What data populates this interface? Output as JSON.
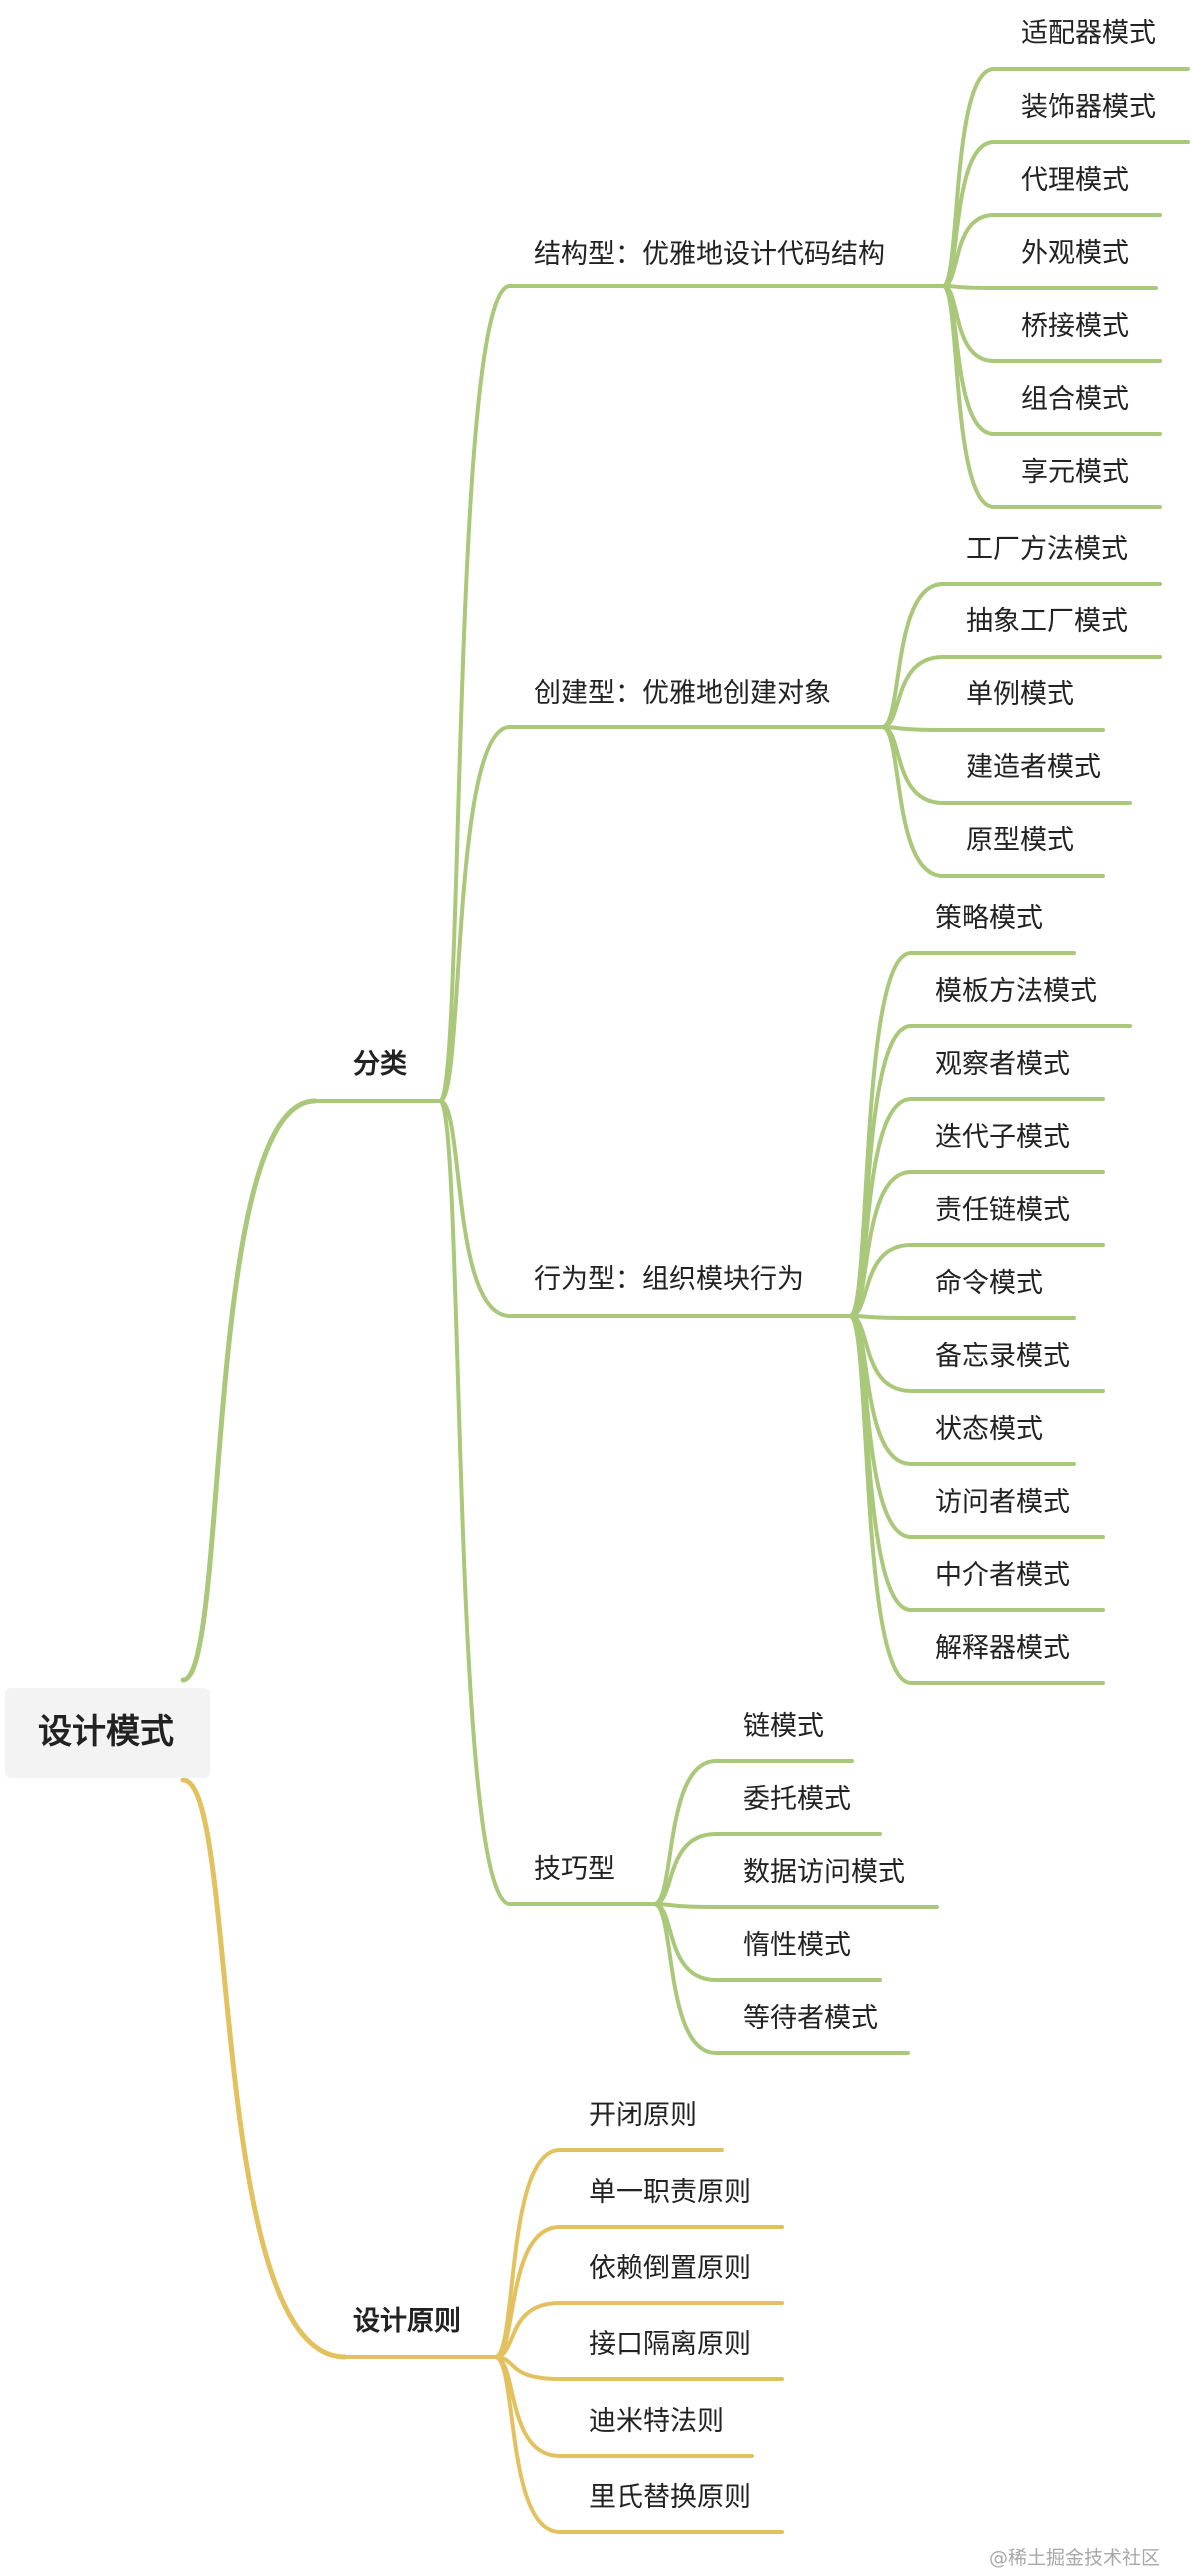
{
  "root": {
    "label": "设计模式"
  },
  "colors": {
    "green": "#a9c87a",
    "gold": "#e3c15f",
    "root_bg": "#f3f3f3"
  },
  "branches": [
    {
      "label": "分类",
      "color": "green",
      "children": [
        {
          "label": "结构型：优雅地设计代码结构",
          "children": [
            "适配器模式",
            "装饰器模式",
            "代理模式",
            "外观模式",
            "桥接模式",
            "组合模式",
            "享元模式"
          ]
        },
        {
          "label": "创建型：优雅地创建对象",
          "children": [
            "工厂方法模式",
            "抽象工厂模式",
            "单例模式",
            "建造者模式",
            "原型模式"
          ]
        },
        {
          "label": "行为型：组织模块行为",
          "children": [
            "策略模式",
            "模板方法模式",
            "观察者模式",
            "迭代子模式",
            "责任链模式",
            "命令模式",
            "备忘录模式",
            "状态模式",
            "访问者模式",
            "中介者模式",
            "解释器模式"
          ]
        },
        {
          "label": "技巧型",
          "children": [
            "链模式",
            "委托模式",
            "数据访问模式",
            "惰性模式",
            "等待者模式"
          ]
        }
      ]
    },
    {
      "label": "设计原则",
      "color": "gold",
      "children": [
        {
          "label": "开闭原则"
        },
        {
          "label": "单一职责原则"
        },
        {
          "label": "依赖倒置原则"
        },
        {
          "label": "接口隔离原则"
        },
        {
          "label": "迪米特法则"
        },
        {
          "label": "里氏替换原则"
        }
      ]
    }
  ],
  "watermark": "@稀土掘金技术社区"
}
